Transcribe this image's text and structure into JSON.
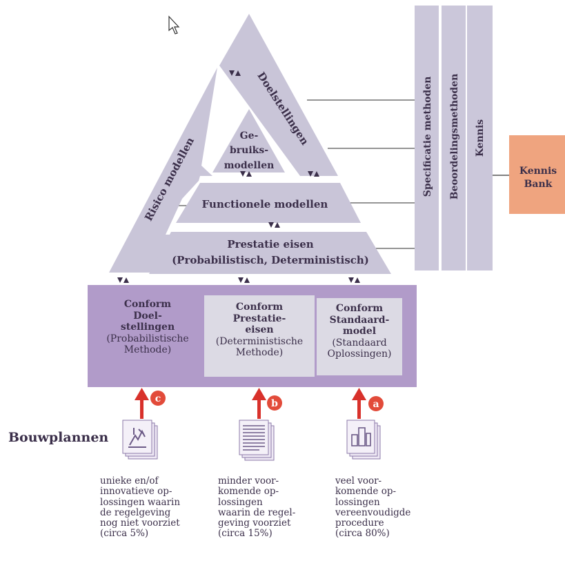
{
  "pyramid": {
    "doelstellingen": "Doelstellingen",
    "risico_modellen": "Risico modellen",
    "gebruiksmodellen": [
      "Ge-",
      "bruiks-",
      "modellen"
    ],
    "functionele_modellen": "Functionele modellen",
    "prestatie_eisen": [
      "Prestatie eisen",
      "(Probabilistisch, Deterministisch)"
    ]
  },
  "right_columns": {
    "specificatie": "Specificatie methoden",
    "beoordeling": "Beoordelingsmethoden",
    "kennis": "Kennis"
  },
  "kennis_bank": [
    "Kennis",
    "Bank"
  ],
  "conform": [
    {
      "title": [
        "Conform",
        "Doel-",
        "stellingen"
      ],
      "sub": [
        "(Probabilistische",
        "Methode)"
      ],
      "badge": "c"
    },
    {
      "title": [
        "Conform",
        "Prestatie-",
        "eisen"
      ],
      "sub": [
        "(Deterministische",
        "Methode)"
      ],
      "badge": "b"
    },
    {
      "title": [
        "Conform",
        "Standaard-",
        "model"
      ],
      "sub": [
        "(Standaard",
        "Oplossingen)"
      ],
      "badge": "a"
    }
  ],
  "bouwplannen": "Bouwplannen",
  "descriptions": [
    [
      "unieke en/of",
      "innovatieve op-",
      "lossingen waarin",
      "de regelgeving",
      "nog niet voorziet",
      "(circa 5%)"
    ],
    [
      "minder voor-",
      "komende op-",
      "lossingen",
      "waarin de regel-",
      "geving voorziet",
      "(circa 15%)"
    ],
    [
      "veel voor-",
      "komende op-",
      "lossingen",
      "vereenvoudigde",
      "procedure",
      "(circa 80%)"
    ]
  ],
  "colors": {
    "pyramid_fill": "#c9c5d8",
    "column_fill": "#cbc7da",
    "conform_box": "#b19bc9",
    "conform_inner": "#dcdae4",
    "kennis_bank": "#efa47f",
    "badge": "#e24b3a",
    "arrow": "#d8312b"
  }
}
